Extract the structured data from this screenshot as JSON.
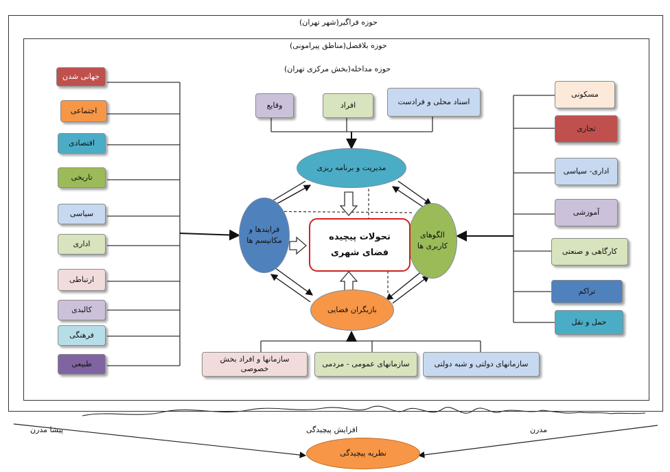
{
  "frames": {
    "outer": "حوزه فراگیر(شهر تهران)",
    "middle": "حوزه بلافصل(مناطق پیرامونی)",
    "inner": "حوزه مداخله(بخش مرکزی تهران)"
  },
  "left_factors": [
    "جهانی شدن",
    "اجتماعی",
    "اقتصادی",
    "تاریخی",
    "سیاسی",
    "اداری",
    "ارتباطی",
    "کالبدی",
    "فرهنگی",
    "طبیعی"
  ],
  "right_uses": [
    "مسکونی",
    "تجاری",
    "اداری- سیاسی",
    "آموزشی",
    "کارگاهی و صنعتی",
    "تراکم",
    "حمل و نقل"
  ],
  "top_inputs": [
    "وقایع",
    "افراد",
    "اسناد محلی و فرادست"
  ],
  "bottom_actors": [
    "سازمانها و افراد بخش خصوصی",
    "سازمانهای عمومی - مردمی",
    "سازمانهای دولتی و شبه دولتی"
  ],
  "nodes": {
    "top": "مدیریت و برنامه ریزی",
    "left": "فرایندها و مکانیسم ها",
    "right": "الگوهای کاربری ها",
    "bottom": "بازیگران فضایی"
  },
  "center": {
    "line1": "تحولات پیچیده",
    "line2": "فضای شهری"
  },
  "footer": {
    "left": "پیشا مدرن",
    "middle": "افزایش پیچیدگی",
    "right": "مدرن",
    "ellipse": "نظریه پیچیدگی"
  },
  "colors": {
    "left_factors": [
      "#c0504d",
      "#f79646",
      "#4bacc6",
      "#9bbb59",
      "#c6d9f1",
      "#d7e4bd",
      "#f2dcdb",
      "#ccc1da",
      "#b7dee8",
      "#8064a2"
    ],
    "right_uses": [
      "#fde9d9",
      "#c0504d",
      "#c6d9f1",
      "#ccc1da",
      "#d7e4bd",
      "#4f81bd",
      "#4bacc6"
    ],
    "top_inputs": [
      "#ccc1da",
      "#d7e4bd",
      "#c6d9f1"
    ],
    "bottom_actors": [
      "#f2dcdb",
      "#d7e4bd",
      "#c6d9f1"
    ],
    "node_top": "#4bacc6",
    "node_left": "#4f81bd",
    "node_right": "#9bbb59",
    "node_bottom": "#f79646",
    "center_border": "#d21f1f"
  }
}
